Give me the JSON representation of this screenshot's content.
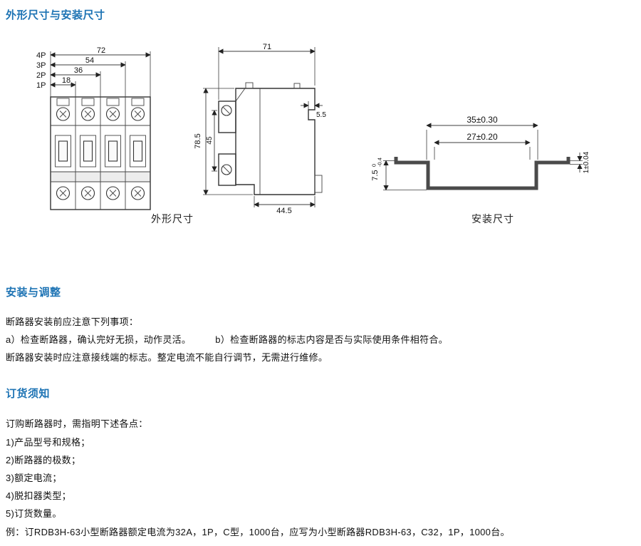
{
  "page": {
    "title": "外形尺寸与安装尺寸",
    "accent_color": "#1d73b4"
  },
  "drawings": {
    "outline_caption": "外形尺寸",
    "mounting_caption": "安装尺寸",
    "front_view": {
      "dim_4p_label": "4P",
      "dim_4p_value": "72",
      "dim_3p_label": "3P",
      "dim_3p_value": "54",
      "dim_2p_label": "2P",
      "dim_2p_value": "36",
      "dim_1p_label": "1P",
      "dim_1p_value": "18"
    },
    "side_view": {
      "width_top": "71",
      "height_overall": "78.5",
      "height_inner": "45",
      "clip_depth": "5.5",
      "width_bottom": "44.5"
    },
    "rail_view": {
      "outer_width": "35±0.30",
      "inner_width": "27±0.20",
      "thickness": "1±0.04",
      "depth": "7.5",
      "depth_tol_upper": "0",
      "depth_tol_lower": "-0.4"
    }
  },
  "installation": {
    "heading": "安装与调整",
    "line1": "断路器安装前应注意下列事项：",
    "line2a": "a）检查断路器，确认完好无损，动作灵活。",
    "line2b": "b）检查断路器的标志内容是否与实际使用条件相符合。",
    "line3": "断路器安装时应注意接线端的标志。整定电流不能自行调节，无需进行维修。"
  },
  "ordering": {
    "heading": "订货须知",
    "intro": "订购断路器时，需指明下述各点：",
    "items": [
      "1)产品型号和规格；",
      "2)断路器的极数；",
      "3)额定电流；",
      "4)脱扣器类型；",
      "5)订货数量。"
    ],
    "example": "例：订RDB3H-63小型断路器额定电流为32A，1P，C型，1000台，应写为小型断路器RDB3H-63，C32，1P，1000台。"
  }
}
